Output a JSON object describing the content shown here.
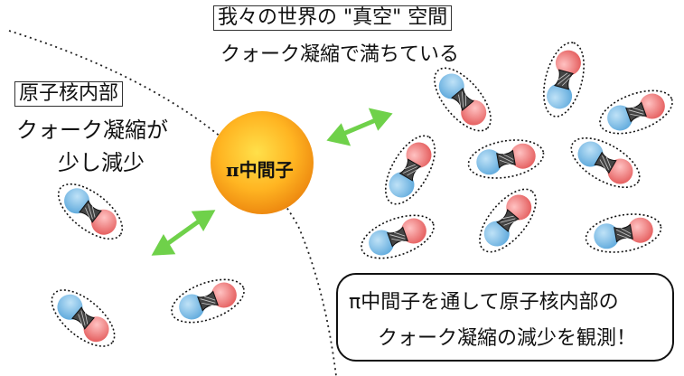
{
  "vacuum": {
    "title": "我々の世界の \"真空\" 空間",
    "subtitle": "クォーク凝縮で満ちている"
  },
  "nucleus": {
    "title": "原子核内部",
    "line1": "クォーク凝縮が",
    "line2": "少し減少"
  },
  "pion": {
    "label": "π中間子"
  },
  "note": {
    "line1": "π中間子を通して原子核内部の",
    "line2": "クォーク凝縮の減少を観測！"
  },
  "colors": {
    "quark_blue": "#7fbfe8",
    "quark_red": "#f07a7a",
    "arrow_green": "#6fd14a",
    "pion_center": "#ffd23a",
    "pion_edge": "#ee8a10"
  }
}
